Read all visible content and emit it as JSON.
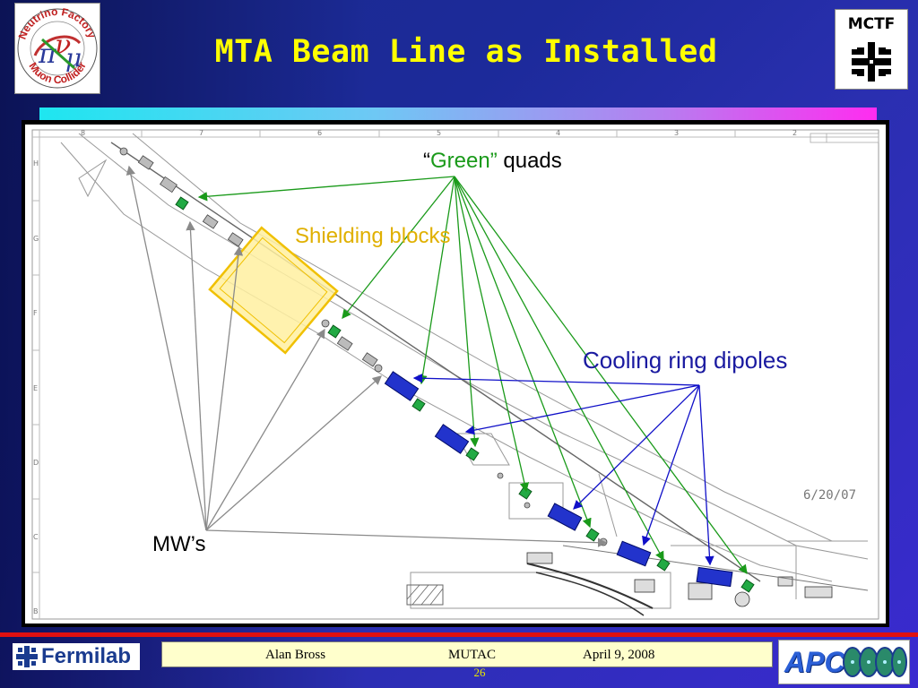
{
  "slide": {
    "title": "MTA Beam Line as Installed",
    "page_number": "26"
  },
  "logos": {
    "left_text": "Neutrino Factory Muon Collider",
    "left_top": "Neutrino Factory",
    "left_bottom": "Muon Collider",
    "right": "MCTF",
    "bottom_left": "Fermilab",
    "bottom_right": "APC"
  },
  "annotations": {
    "green_quads_open": "“",
    "green_quads_word": "Green”",
    "green_quads_rest": " quads",
    "shielding": "Shielding blocks",
    "dipoles": "Cooling ring dipoles",
    "mws": "MW’s"
  },
  "drawing": {
    "date": "6/20/07",
    "column_labels": [
      "8",
      "7",
      "6",
      "5",
      "4",
      "3",
      "2"
    ],
    "row_labels": [
      "H",
      "G",
      "F",
      "E",
      "D",
      "C",
      "B"
    ]
  },
  "footer": {
    "author": "Alan Bross",
    "event": "MUTAC",
    "date": "April 9,  2008"
  },
  "colors": {
    "title": "#ffff00",
    "green_arrows": "#1a9a1a",
    "blue_arrows": "#1010c8",
    "gray_arrows": "#8a8a8a",
    "shielding": "#f0c000",
    "quad_fill": "#22aa44",
    "dipole_fill": "#2233cc"
  }
}
